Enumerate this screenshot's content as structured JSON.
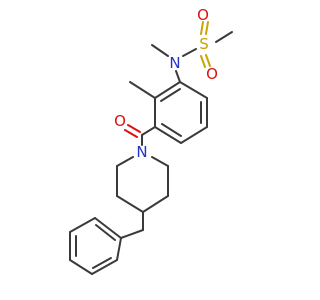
{
  "molecule": {
    "atoms": {
      "n_sulfonamide": "N",
      "s": "S",
      "o1": "O",
      "o2": "O",
      "o_carbonyl": "O",
      "n_piperidine": "N"
    }
  },
  "colors": {
    "carbon_bond": "#3a3a3a",
    "nitrogen": "#2233cc",
    "oxygen": "#dd1111",
    "sulfur": "#c9a400"
  }
}
